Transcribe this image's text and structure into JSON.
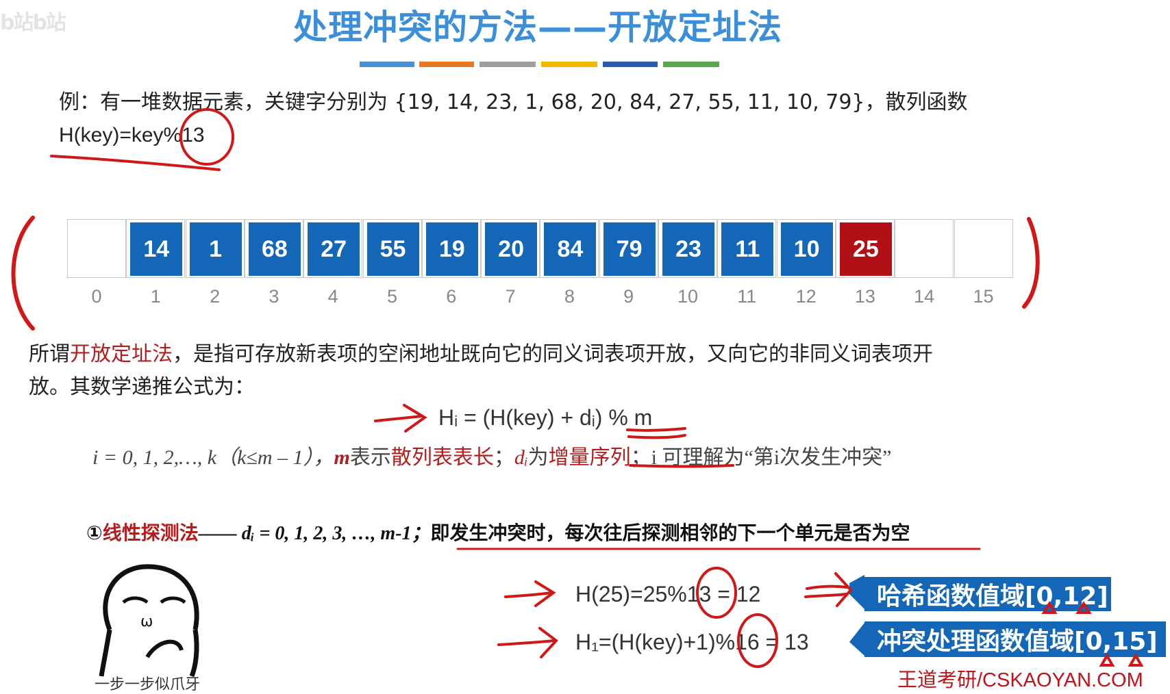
{
  "watermark_top": "b站b站",
  "title": "处理冲突的方法——开放定址法",
  "color_bars": [
    "#4a90d9",
    "#e87722",
    "#9e9e9e",
    "#f5b800",
    "#2a5db0",
    "#5aa64b"
  ],
  "example": {
    "line1": "例：有一堆数据元素，关键字分别为 {19, 14, 23, 1, 68, 20, 84, 27, 55, 11, 10, 79}，散列函数",
    "line2": "H(key)=key%13"
  },
  "hash_table": {
    "cells": [
      "",
      "14",
      "1",
      "68",
      "27",
      "55",
      "19",
      "20",
      "84",
      "79",
      "23",
      "11",
      "10",
      "25",
      "",
      ""
    ],
    "highlight_index": 13,
    "indices": [
      "0",
      "1",
      "2",
      "3",
      "4",
      "5",
      "6",
      "7",
      "8",
      "9",
      "10",
      "11",
      "12",
      "13",
      "14",
      "15"
    ]
  },
  "definition": {
    "prefix": "所谓",
    "term": "开放定址法",
    "rest_line1": "，是指可存放新表项的空闲地址既向它的同义词表项开放，又向它的非同义词表项开",
    "line2": "放。其数学递推公式为："
  },
  "formula_main": "Hᵢ = (H(key) + dᵢ) % m",
  "formula_desc": {
    "part1": "i = 0, 1, 2,…, k（k≤m – 1），",
    "m": "m",
    "part2": "表示",
    "term1": "散列表表长",
    "part3": "；",
    "di": "dᵢ",
    "part4": "为",
    "term2": "增量序列",
    "part5": "；",
    "part6": "i 可理解为“第i次发生冲突”"
  },
  "linear_probe": {
    "num": "①",
    "term": "线性探测法",
    "dash_formula": "—— dᵢ = 0, 1, 2, 3, …, m-1；",
    "desc": "即发生冲突时，每次往后探测相邻的下一个单元是否为空"
  },
  "calc": {
    "line1": "H(25)=25%13 = 12",
    "line2": "H₁=(H(key)+1)%16 = 13"
  },
  "labels": {
    "range1": "哈希函数值域[0,12]",
    "range2": "冲突处理函数值域[0,15]"
  },
  "meme_caption": "一步一步似爪牙",
  "footer": "王道考研/CSKAOYAN.COM"
}
